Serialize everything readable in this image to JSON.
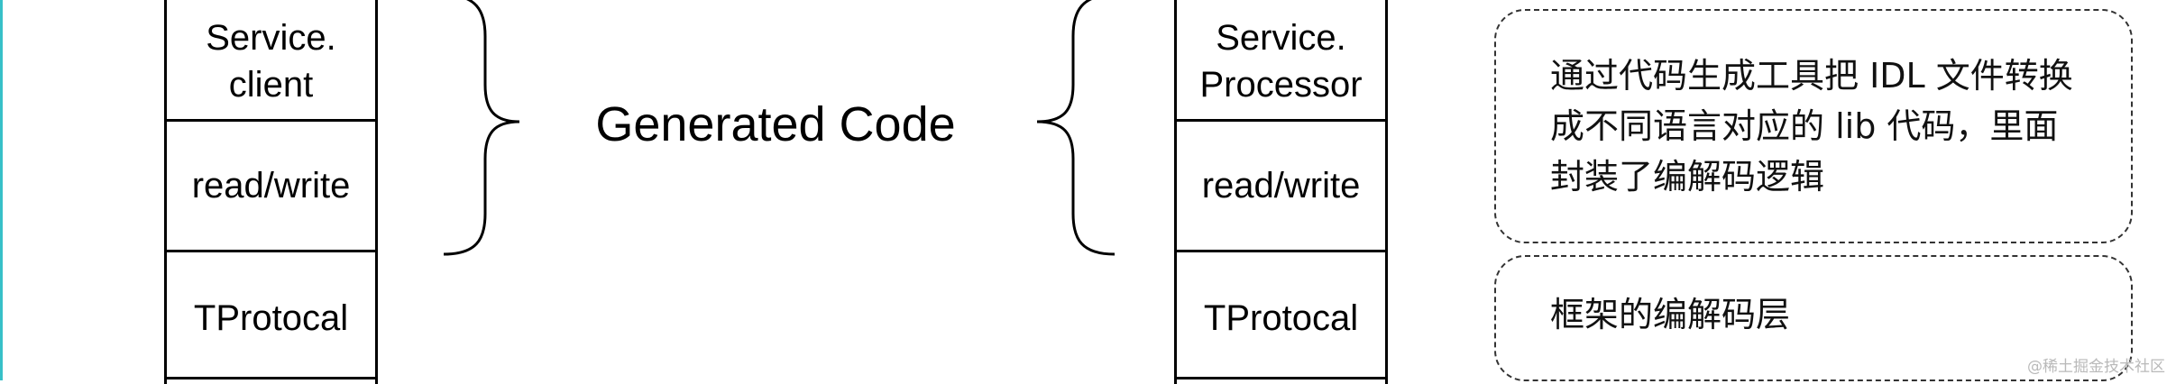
{
  "left_stack": {
    "cells": [
      "Service.\nclient",
      "read/write",
      "TProtocal"
    ]
  },
  "right_stack": {
    "cells": [
      "Service.\nProcessor",
      "read/write",
      "TProtocal"
    ]
  },
  "center_label": "Generated Code",
  "notes": {
    "top": "通过代码生成工具把 IDL 文件转换成不同语言对应的 lib 代码，里面封装了编解码逻辑",
    "bottom": "框架的编解码层"
  },
  "watermark": "@稀土掘金技术社区",
  "colors": {
    "accent_left_edge": "#37c0c8",
    "stroke": "#000000",
    "note_border": "#333333"
  }
}
